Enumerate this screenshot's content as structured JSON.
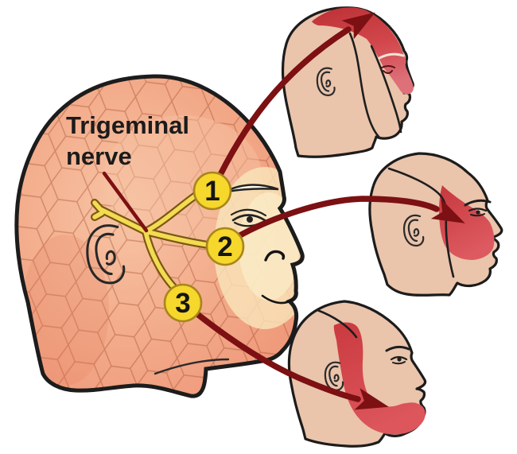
{
  "diagram": {
    "label": {
      "line1": "Trigeminal",
      "line2": "nerve"
    },
    "markers": [
      {
        "number": "1"
      },
      {
        "number": "2"
      },
      {
        "number": "3"
      }
    ]
  },
  "colors": {
    "background": "#ffffff",
    "outline": "#1c1c1c",
    "large_head_skin": "#f09d7e",
    "large_head_skin_light": "#f6bf9f",
    "face_highlight": "#f9e4ba",
    "texture_line": "#a14c2e",
    "small_head_skin": "#eac4ab",
    "affected_red": "#d2474c",
    "affected_red_dark": "#bc3136",
    "arrow": "#7c1013",
    "marker_fill": "#f6d72b",
    "marker_ring": "#a8861b",
    "marker_number": "#151515",
    "nerve_yellow": "#f3db52",
    "nerve_outline": "#7a5713",
    "label_text": "#1b1b1b"
  }
}
